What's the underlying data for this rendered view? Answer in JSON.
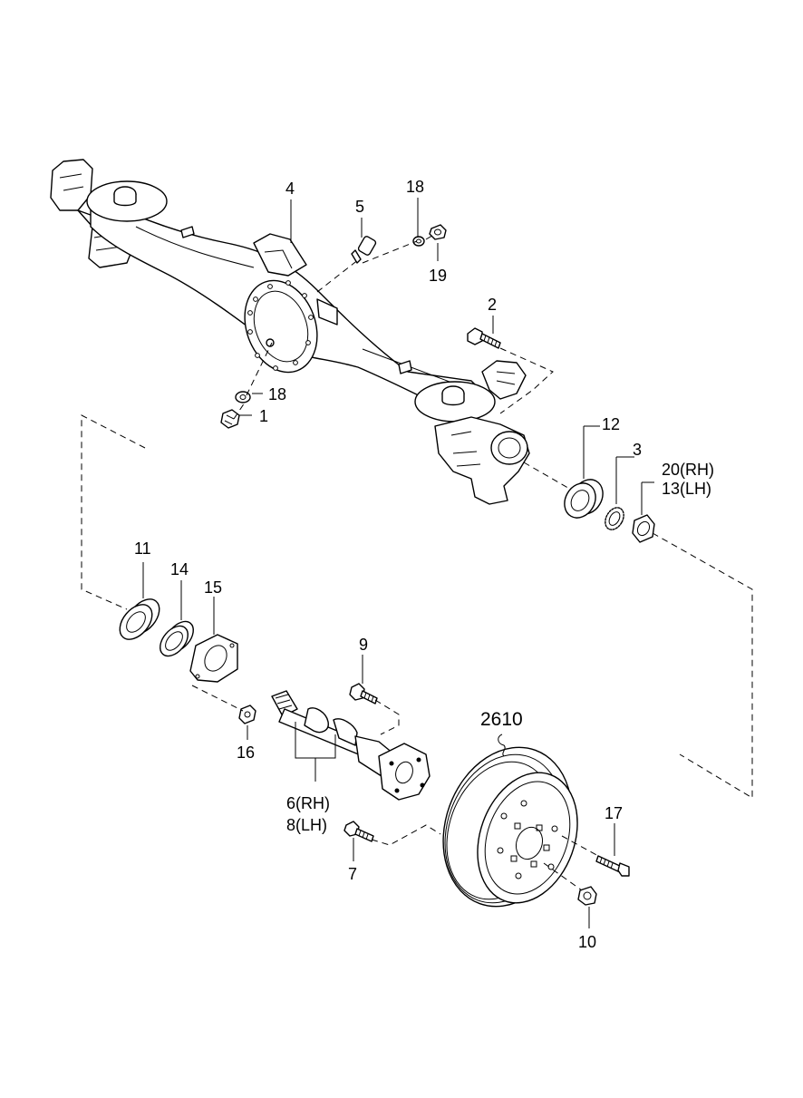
{
  "callouts": [
    {
      "id": "c4",
      "text": "4"
    },
    {
      "id": "c5",
      "text": "5"
    },
    {
      "id": "c18a",
      "text": "18"
    },
    {
      "id": "c19",
      "text": "19"
    },
    {
      "id": "c2",
      "text": "2"
    },
    {
      "id": "c18b",
      "text": "18"
    },
    {
      "id": "c1",
      "text": "1"
    },
    {
      "id": "c12",
      "text": "12"
    },
    {
      "id": "c3",
      "text": "3"
    },
    {
      "id": "c20",
      "text": "20(RH)"
    },
    {
      "id": "c13",
      "text": "13(LH)"
    },
    {
      "id": "c11",
      "text": "11"
    },
    {
      "id": "c14",
      "text": "14"
    },
    {
      "id": "c15",
      "text": "15"
    },
    {
      "id": "c9",
      "text": "9"
    },
    {
      "id": "c16",
      "text": "16"
    },
    {
      "id": "c2610",
      "text": "2610"
    },
    {
      "id": "c6",
      "text": "6(RH)"
    },
    {
      "id": "c8",
      "text": "8(LH)"
    },
    {
      "id": "c17",
      "text": "17"
    },
    {
      "id": "c7",
      "text": "7"
    },
    {
      "id": "c10",
      "text": "10"
    }
  ]
}
